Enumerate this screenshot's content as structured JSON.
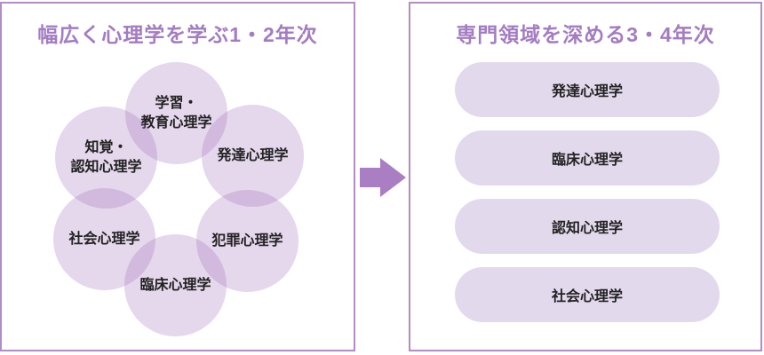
{
  "colors": {
    "title": "#a37cc2",
    "panel_border": "#b18cc5",
    "arrow": "#a97ec3",
    "circle_fill": "rgba(158,108,185,0.27)",
    "pill_fill": "#e3d9ec",
    "label_text": "#222222"
  },
  "left_panel": {
    "title": "幅広く心理学を学ぶ1・2年次",
    "circles": [
      {
        "label": "学習・\n教育心理学"
      },
      {
        "label": "知覚・\n認知心理学"
      },
      {
        "label": "発達心理学"
      },
      {
        "label": "社会心理学"
      },
      {
        "label": "犯罪心理学"
      },
      {
        "label": "臨床心理学"
      }
    ]
  },
  "arrow": {
    "icon": "right-block-arrow"
  },
  "right_panel": {
    "title": "専門領域を深める3・4年次",
    "pills": [
      {
        "label": "発達心理学"
      },
      {
        "label": "臨床心理学"
      },
      {
        "label": "認知心理学"
      },
      {
        "label": "社会心理学"
      }
    ]
  }
}
